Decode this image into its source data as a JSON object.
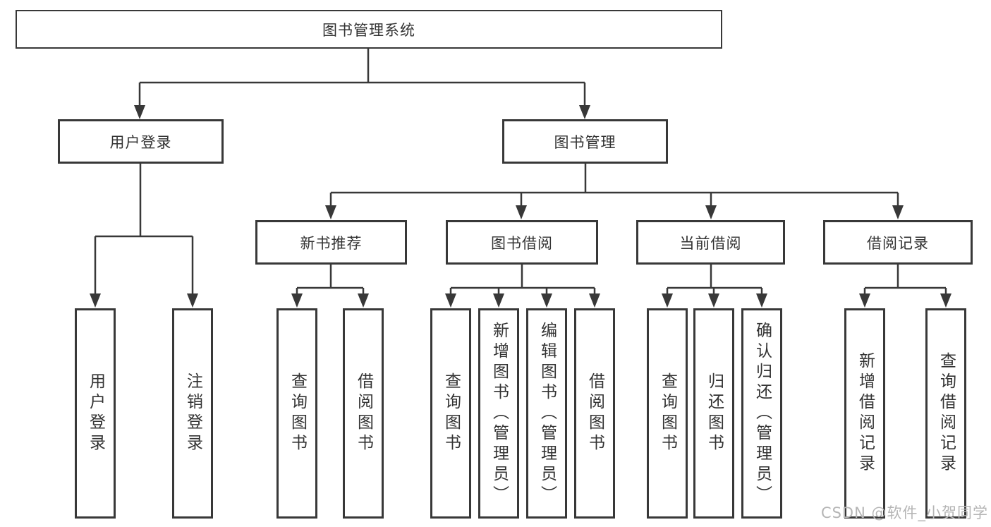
{
  "colors": {
    "line": "#383838",
    "box_border": "#383838",
    "text": "#333333",
    "background": "#ffffff",
    "watermark": "#b5b5b5"
  },
  "tree": {
    "root": "图书管理系统",
    "level2": [
      {
        "label": "用户登录",
        "children": [
          "用户登录",
          "注销登录"
        ]
      },
      {
        "label": "图书管理",
        "groups": [
          {
            "label": "新书推荐",
            "children": [
              "查询图书",
              "借阅图书"
            ]
          },
          {
            "label": "图书借阅",
            "children": [
              "查询图书",
              "新增图书（管理员）",
              "编辑图书（管理员）",
              "借阅图书"
            ]
          },
          {
            "label": "当前借阅",
            "children": [
              "查询图书",
              "归还图书",
              "确认归还（管理员）"
            ]
          },
          {
            "label": "借阅记录",
            "children": [
              "新增借阅记录",
              "查询借阅记录"
            ]
          }
        ]
      }
    ]
  },
  "watermark": "CSDN @软件_小贺同学"
}
